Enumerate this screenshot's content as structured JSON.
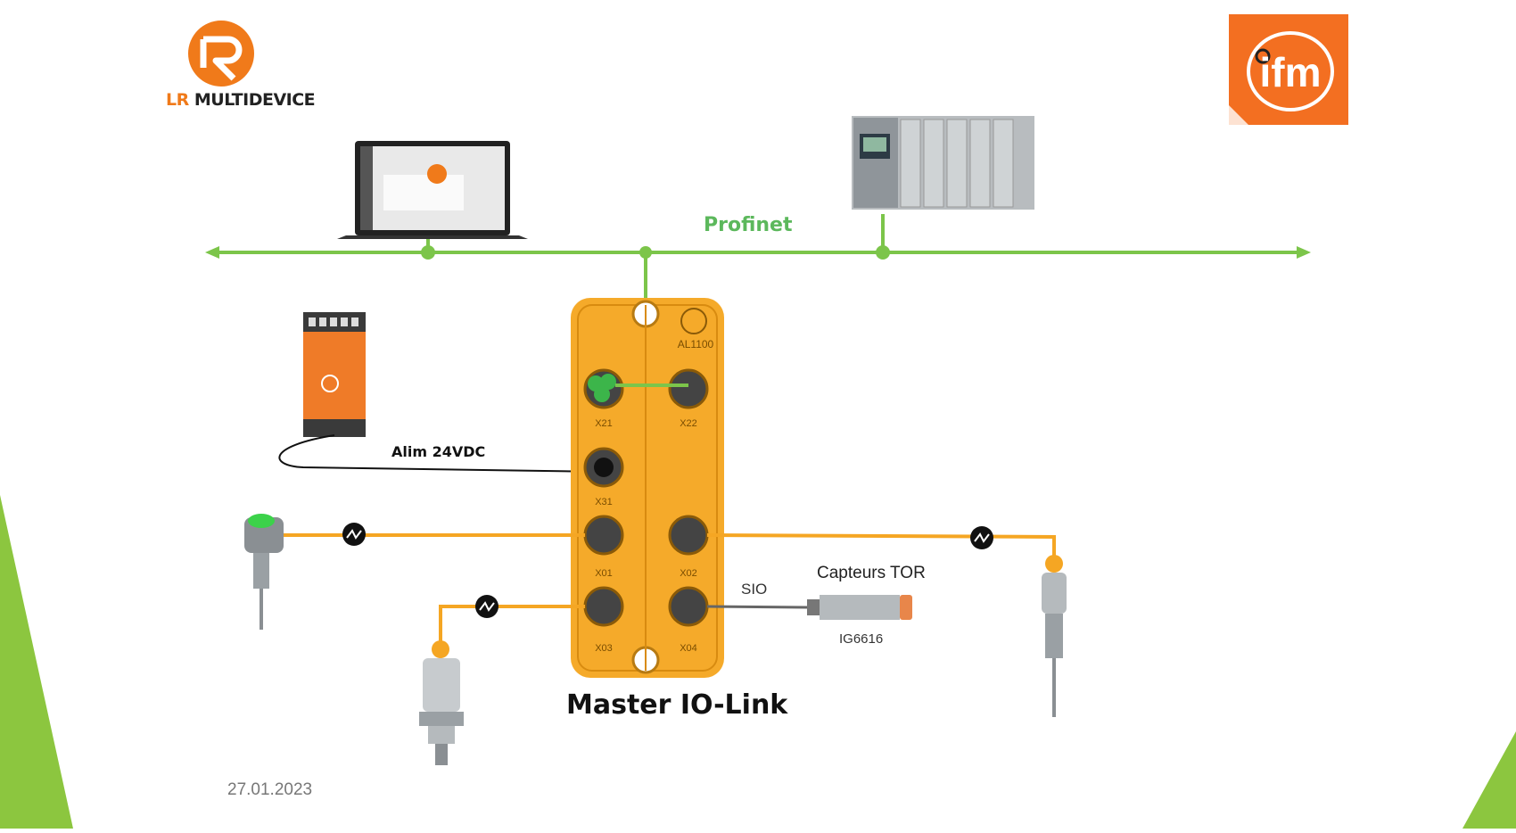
{
  "brand": {
    "lr_logo_prefix": "LR",
    "lr_logo_text": "MULTIDEVICE",
    "ifm_logo_text": "ifm"
  },
  "network": {
    "bus_label": "Profinet",
    "bus_color": "#7cc54a"
  },
  "power": {
    "label": "Alim 24VDC"
  },
  "master": {
    "title": "Master IO-Link",
    "model": "AL1100",
    "body_color": "#f5aa2a",
    "ports": [
      "X21",
      "X22",
      "X31",
      "X01",
      "X02",
      "X03",
      "X04"
    ]
  },
  "sensors": {
    "sio_label": "SIO",
    "tor_label": "Capteurs TOR",
    "tor_model": "IG6616",
    "iolink_link_color": "#f5a623"
  },
  "footer": {
    "date": "27.01.2023"
  },
  "decor": {
    "accent_green": "#8cc63f",
    "ifm_orange": "#f36f21"
  }
}
